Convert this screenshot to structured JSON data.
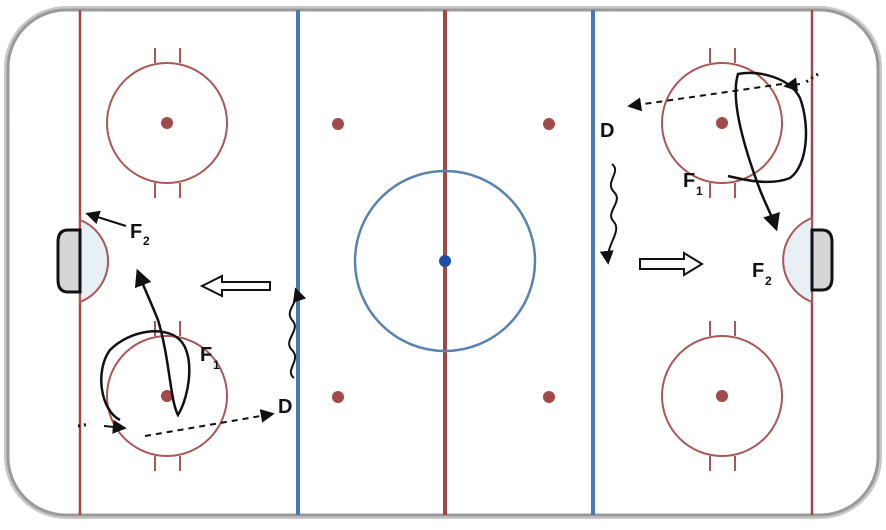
{
  "colors": {
    "board": "#8a8a8a",
    "ice": "#ffffff",
    "red_line": "#a04848",
    "blue_line": "#4a78b4",
    "center_circle": "#5a82b0",
    "center_dot": "#1f4ea8",
    "faceoff_circle": "#a85858",
    "faceoff_dot": "#a04a4a",
    "crease_fill": "#e8f0f6",
    "net_fill": "#d6d6d6",
    "play_ink": "#111111"
  },
  "labels": {
    "left_f2": "F",
    "left_f2_sub": "2",
    "left_f1": "F",
    "left_f1_sub": "1",
    "left_d": "D",
    "right_d": "D",
    "right_f1": "F",
    "right_f1_sub": "1",
    "right_f2": "F",
    "right_f2_sub": "2"
  }
}
